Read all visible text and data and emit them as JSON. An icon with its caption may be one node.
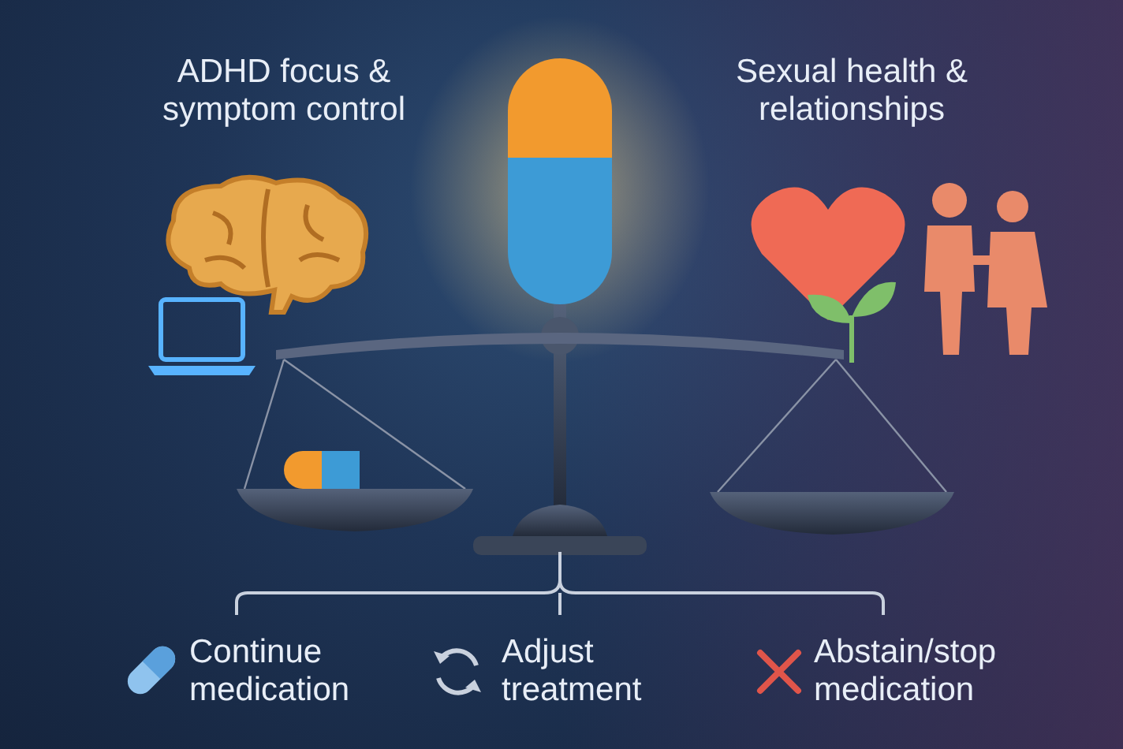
{
  "diagram": {
    "labels": [
      "ADHD focus & symptom control",
      "Sexual health & relationships",
      "Continue medication",
      "Adjust treatment",
      "Abstain/stop medication"
    ]
  }
}
